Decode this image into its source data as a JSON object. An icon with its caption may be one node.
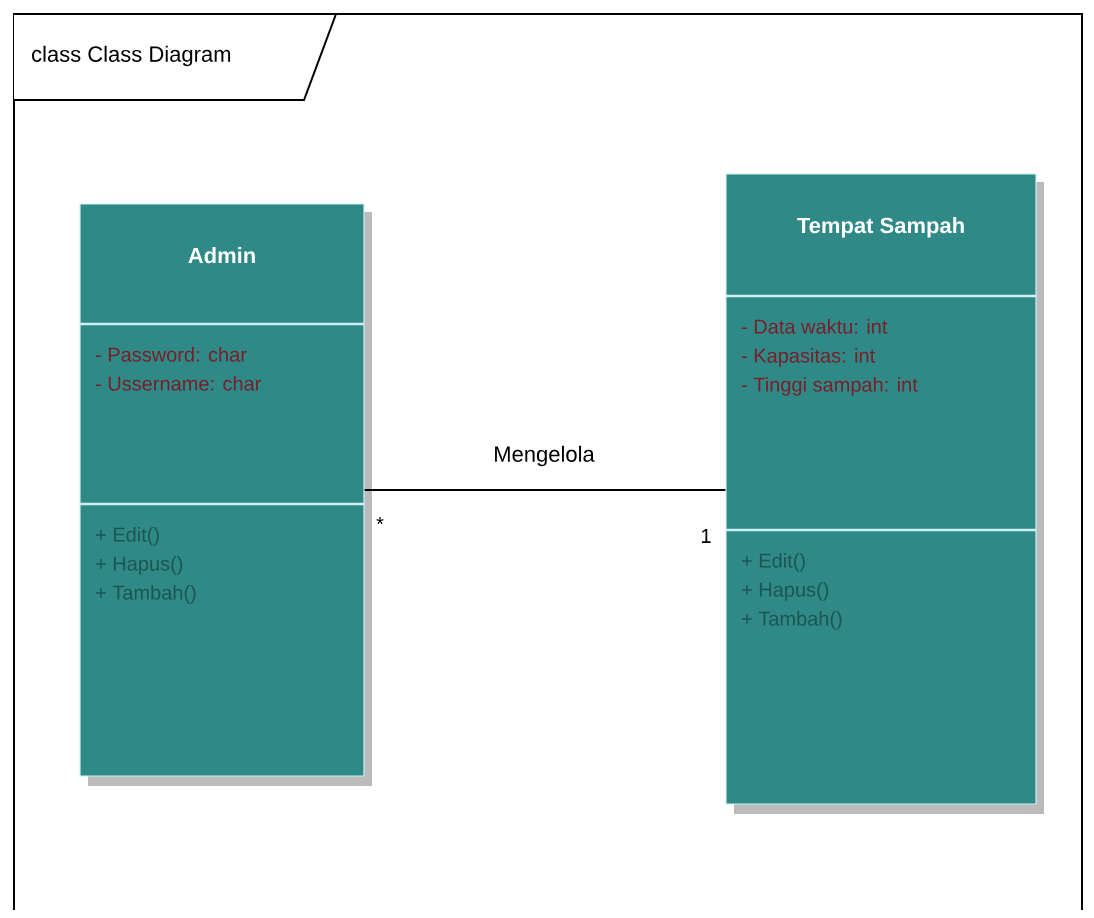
{
  "diagram": {
    "title": "class Class Diagram",
    "nodes": [
      {
        "text": [
          "Admin"
        ]
      },
      {
        "text": [
          "- Password: char",
          "- Ussername: char"
        ],
        "in": 0
      },
      {
        "text": [
          "+ Edit()",
          "+ Hapus()",
          "+ Tambah()"
        ],
        "in": 0
      },
      {
        "text": [
          "Tempat Sampah"
        ]
      },
      {
        "text": [
          "- Data waktu: int",
          "- Kapasitas: int",
          "- Tinggi sampah: int"
        ],
        "in": 3
      },
      {
        "text": [
          "+ Edit()",
          "+ Hapus()",
          "+ Tambah()"
        ],
        "in": 3
      }
    ],
    "edges": [
      {
        "from": 0,
        "to": 3,
        "arrow": "none",
        "label": "Mengelola"
      }
    ],
    "labels": [
      "*",
      "1"
    ]
  }
}
